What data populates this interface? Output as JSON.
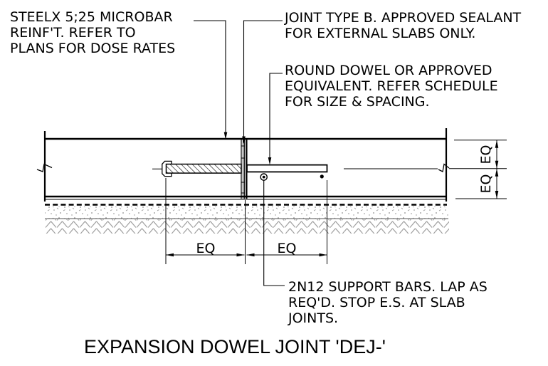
{
  "drawing": {
    "title": "EXPANSION DOWEL JOINT 'DEJ-'",
    "notes": {
      "microbar": "STEELX 5;25 MICROBAR\nREINF'T. REFER TO\nPLANS FOR DOSE RATES",
      "sealant": "JOINT TYPE B. APPROVED SEALANT\nFOR EXTERNAL SLABS ONLY.",
      "dowel": "ROUND DOWEL OR APPROVED\nEQUIVALENT. REFER SCHEDULE\nFOR SIZE & SPACING.",
      "support_bars": "2N12 SUPPORT BARS. LAP AS\nREQ'D. STOP E.S. AT SLAB\nJOINTS."
    },
    "dimensions": {
      "plan_left": "EQ",
      "plan_right": "EQ",
      "depth_top": "EQ",
      "depth_bottom": "EQ"
    },
    "colors": {
      "line": "#000000",
      "earth": "#9c9c9c",
      "background": "#ffffff"
    }
  }
}
